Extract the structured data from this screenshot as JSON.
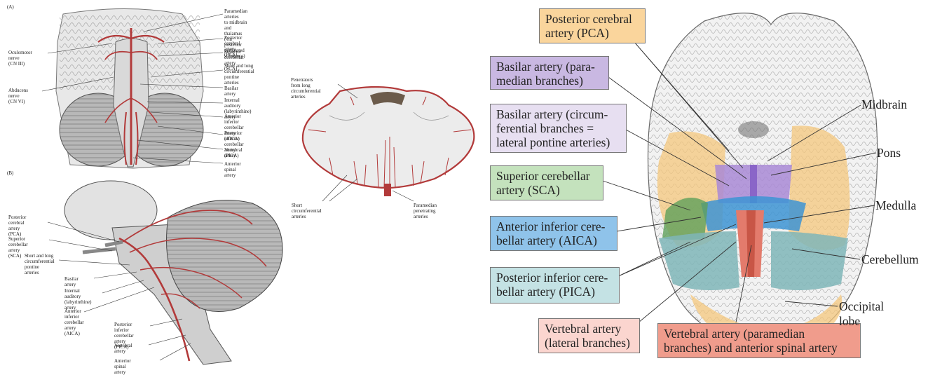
{
  "panelA": {
    "label": "(A)",
    "left_labels": [
      "Oculomotor nerve\n(CN III)",
      "Abducens nerve\n(CN VI)"
    ],
    "right_labels": [
      "Paramedian arteries\nto midbrain and thalamus\n(via posterior perforated\nsubstance)",
      "Posterior cerebral\nartery (PCA)",
      "Superior cerebellar\nartery (SCA)",
      "Short and long\ncircumferential\npontine arteries",
      "Basilar artery",
      "Internal auditory\n(labyrinthine) artery",
      "Anterior inferior\ncerebellar artery (AICA)",
      "Posterior inferior\ncerebellar artery (PICA)",
      "Vertebral artery",
      "Anterior spinal artery"
    ]
  },
  "panelB": {
    "label": "(B)",
    "labels": [
      "Posterior cerebral\nartery (PCA)",
      "Superior cerebellar\nartery (SCA)",
      "Short and long\ncircumferential\npontine arteries",
      "Basilar artery",
      "Internal auditory\n(labyrinthine) artery",
      "Anterior inferior\ncerebellar artery\n(AICA)",
      "Posterior inferior\ncerebellar artery\n(PICA)",
      "Vertebral artery",
      "Anterior spinal artery"
    ]
  },
  "section": {
    "labels": [
      "Penetrators from long\ncircumferential arteries",
      "Short circumferential arteries",
      "Paramedian penetrating\narteries"
    ]
  },
  "territory": {
    "boxes": [
      {
        "text": "Posterior cerebral\nartery (PCA)",
        "color": "#fad59c"
      },
      {
        "text": "Basilar artery (para-\nmedian branches)",
        "color": "#c9b8e2"
      },
      {
        "text": "Basilar artery (circum-\nferential branches =\nlateral pontine arteries)",
        "color": "#e7dff1"
      },
      {
        "text": "Superior cerebellar\nartery (SCA)",
        "color": "#c4e2bd"
      },
      {
        "text": "Anterior inferior cere-\nbellar artery (AICA)",
        "color": "#8fc3ea"
      },
      {
        "text": "Posterior inferior cere-\nbellar artery (PICA)",
        "color": "#c4e2e4"
      },
      {
        "text": "Vertebral artery\n(lateral branches)",
        "color": "#fbd5cf"
      },
      {
        "text": "Vertebral artery (paramedian\nbranches) and anterior spinal artery",
        "color": "#f09c8c"
      }
    ],
    "side_labels": [
      "Midbrain",
      "Pons",
      "Medulla",
      "Cerebellum",
      "Occipital lobe"
    ]
  }
}
